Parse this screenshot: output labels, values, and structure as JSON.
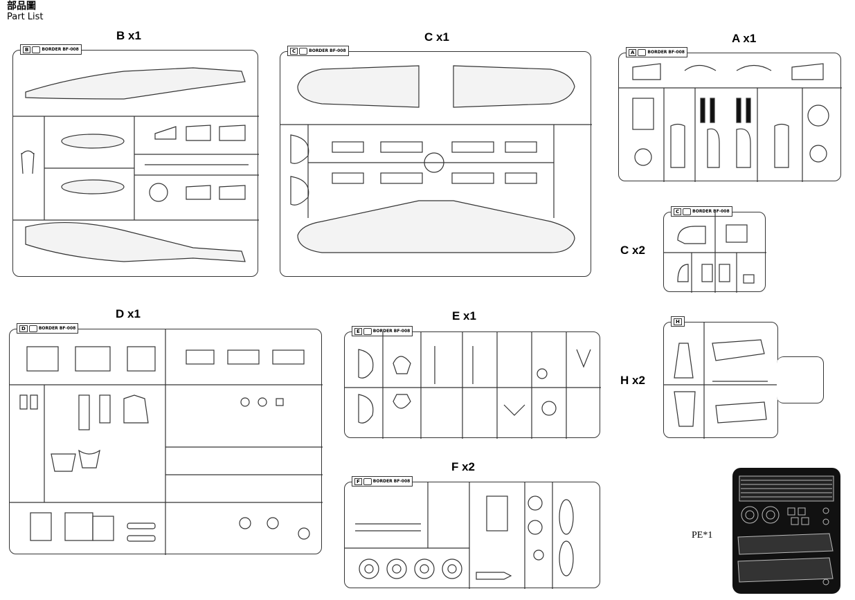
{
  "header": {
    "chinese": "部品圖",
    "english": "Part List"
  },
  "sprues": [
    {
      "id": "B",
      "qty_label": "B x1",
      "brand": "BORDER",
      "code": "BF-008"
    },
    {
      "id": "C",
      "qty_label": "C x1",
      "brand": "BORDER",
      "code": "BF-008"
    },
    {
      "id": "A",
      "qty_label": "A x1",
      "brand": "BORDER",
      "code": "BF-008"
    },
    {
      "id": "C",
      "qty_label": "C x2",
      "brand": "BORDER",
      "code": "BF-008"
    },
    {
      "id": "D",
      "qty_label": "D x1",
      "brand": "BORDER",
      "code": "BF-008"
    },
    {
      "id": "E",
      "qty_label": "E x1",
      "brand": "BORDER",
      "code": "BF-008"
    },
    {
      "id": "H",
      "qty_label": "H x2",
      "brand": "",
      "code": ""
    },
    {
      "id": "F",
      "qty_label": "F x2",
      "brand": "BORDER",
      "code": "BF-008"
    }
  ],
  "pe_label": "PE*1"
}
